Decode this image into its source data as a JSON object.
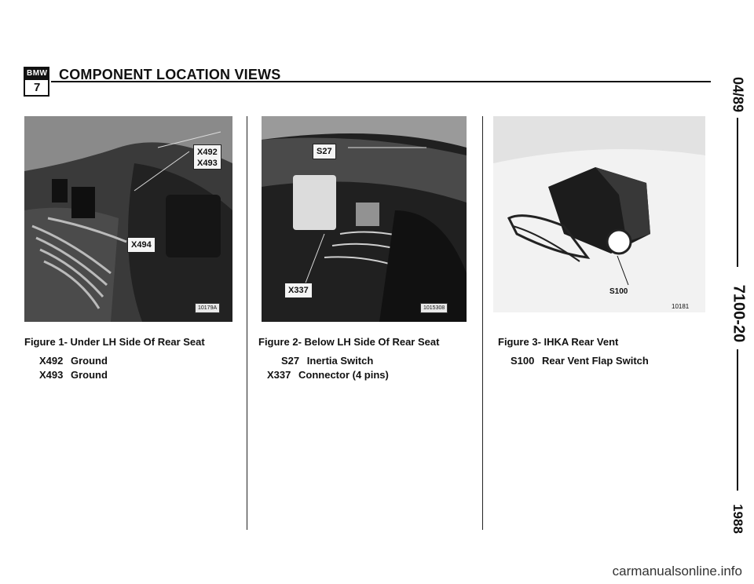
{
  "header": {
    "logo_text": "BMW",
    "logo_series": "7",
    "title": "COMPONENT LOCATION VIEWS"
  },
  "sidebar": {
    "date": "04/89",
    "code": "7100-20",
    "year": "1988"
  },
  "figure1": {
    "caption": "Figure 1- Under LH Side Of Rear Seat",
    "callouts": {
      "x492": "X492",
      "x493": "X493",
      "x494": "X494"
    },
    "image_code": "10179A",
    "legend": [
      {
        "id": "X492",
        "desc": "Ground"
      },
      {
        "id": "X493",
        "desc": "Ground"
      }
    ]
  },
  "figure2": {
    "caption": "Figure 2- Below LH Side Of Rear Seat",
    "callouts": {
      "s27": "S27",
      "x337": "X337"
    },
    "image_code": "1015308",
    "legend": [
      {
        "id": "S27",
        "desc": "Inertia Switch"
      },
      {
        "id": "X337",
        "desc": "Connector (4 pins)"
      }
    ]
  },
  "figure3": {
    "caption": "Figure 3- IHKA Rear Vent",
    "callouts": {
      "s100": "S100"
    },
    "image_code": "10181",
    "legend": [
      {
        "id": "S100",
        "desc": "Rear Vent Flap Switch"
      }
    ]
  },
  "footer": {
    "watermark": "carmanualsonline.info"
  }
}
